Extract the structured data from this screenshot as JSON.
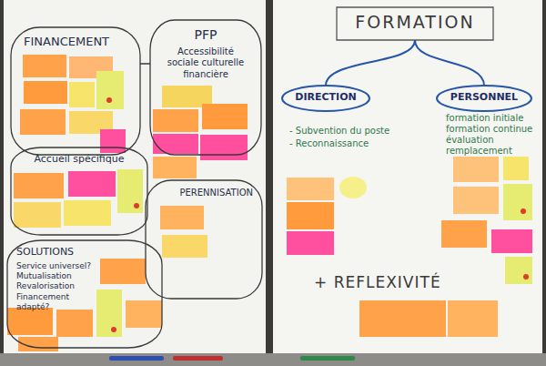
{
  "diagram": {
    "title": "FORMATION",
    "nodes": [
      {
        "text": [
          "FINANCEMENT"
        ]
      },
      {
        "text": [
          "PFP",
          "Accessibilité sociale culturelle financière"
        ]
      },
      {
        "text": [
          "Accueil spécifique"
        ]
      },
      {
        "text": [
          "PERENNISATION"
        ]
      },
      {
        "text": [
          "SOLUTIONS",
          "Service universel? Mutualisation Revalorisation Financement adapté?"
        ]
      },
      {
        "text": [
          "FORMATION"
        ]
      },
      {
        "text": [
          "DIRECTION"
        ]
      },
      {
        "text": [
          "PERSONNEL"
        ]
      }
    ],
    "edges": [
      {
        "from": 0,
        "to": 1,
        "arrow": "none"
      },
      {
        "from": 5,
        "to": 6,
        "arrow": "none"
      },
      {
        "from": 5,
        "to": 7,
        "arrow": "none"
      }
    ],
    "labels": [
      "- Subvention du poste",
      "- Reconnaissance",
      "formation initiale",
      "formation continue",
      "évaluation",
      "remplacement",
      "+ REFLEXIVITÉ"
    ]
  }
}
